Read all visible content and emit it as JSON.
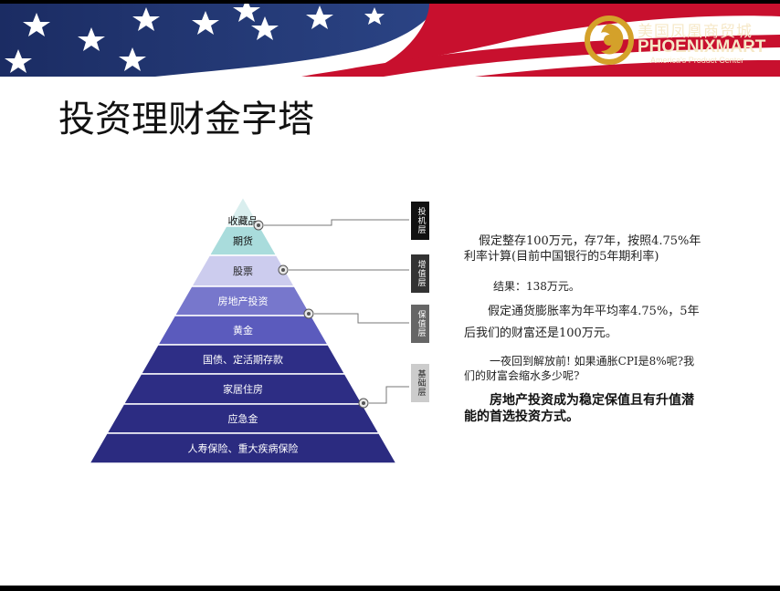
{
  "logo": {
    "name_cn": "美国凤凰商贸城",
    "name_en": "PHOENIXMART",
    "tagline": "America's Product Center"
  },
  "title": "投资理财金字塔",
  "pyramid": {
    "tiers": [
      {
        "label": "收藏品",
        "color": "#d9eeee",
        "text_color": "#111111"
      },
      {
        "label": "期货",
        "color": "#a9dcdc",
        "text_color": "#111111"
      },
      {
        "label": "股票",
        "color": "#ccccee",
        "text_color": "#222222"
      },
      {
        "label": "房地产投资",
        "color": "#7777cc",
        "text_color": "#ffffff"
      },
      {
        "label": "黄金",
        "color": "#5b5bbd",
        "text_color": "#ffffff"
      },
      {
        "label": "国债、定活期存款",
        "color": "#2e2e86",
        "text_color": "#ffffff"
      },
      {
        "label": "家居住房",
        "color": "#2d2d84",
        "text_color": "#ffffff"
      },
      {
        "label": "应急金",
        "color": "#2c2c82",
        "text_color": "#ffffff"
      },
      {
        "label": "人寿保险、重大疾病保险",
        "color": "#2b2b80",
        "text_color": "#ffffff"
      }
    ],
    "layers": [
      {
        "label": "投机层",
        "bg": "#111111",
        "fg": "#ffffff"
      },
      {
        "label": "增值层",
        "bg": "#333333",
        "fg": "#ffffff"
      },
      {
        "label": "保值层",
        "bg": "#666666",
        "fg": "#ffffff"
      },
      {
        "label": "基础层",
        "bg": "#cccccc",
        "fg": "#222222"
      }
    ]
  },
  "text": {
    "p1": "假定整存100万元，存7年，按照4.75%年利率计算(目前中国银行的5年期利率)",
    "p2": "结果：138万元。",
    "p3": "假定通货膨胀率为年平均率4.75%，5年后我们的财富还是100万元。",
    "p4": "一夜回到解放前! 如果通胀CPI是8%呢?我们的财富会缩水多少呢?",
    "p5": "房地产投资成为稳定保值且有升值潜能的首选投资方式。"
  },
  "colors": {
    "flag_blue": "#1c2f6b",
    "flag_red": "#c8102e",
    "logo_gold": "#d4a12a"
  }
}
